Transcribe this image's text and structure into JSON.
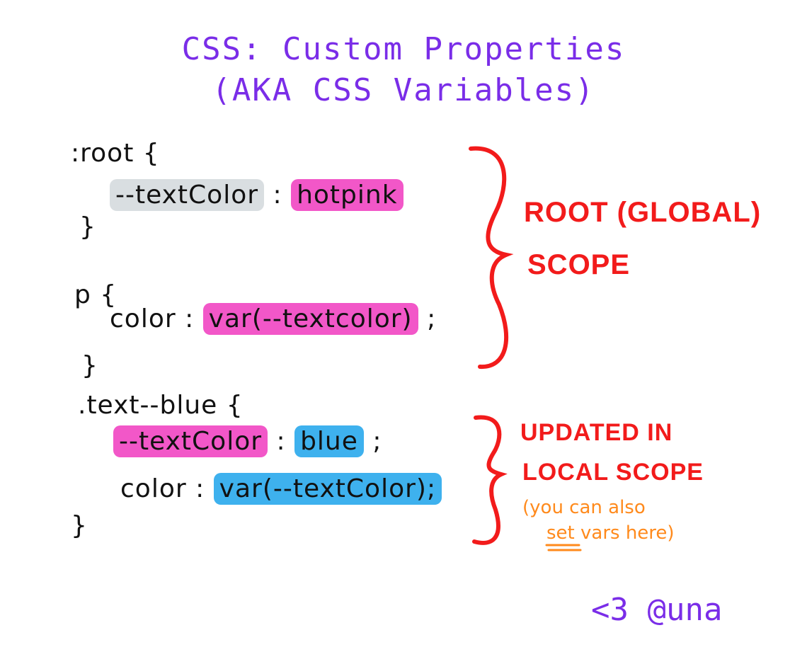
{
  "title": {
    "line1": "CSS: Custom Properties",
    "line2": "(AKA CSS Variables)"
  },
  "code": {
    "root_selector": ":root {",
    "root_prop": "--textColor",
    "colon1": ":",
    "root_value": "hotpink",
    "close1": "}",
    "p_selector": "p {",
    "p_prop": "color :",
    "p_value": "var(--textcolor)",
    "semi1": ";",
    "close2": "}",
    "blue_selector": ".text--blue {",
    "blue_prop": "--textColor",
    "colon2": ":",
    "blue_value": "blue",
    "semi2": ";",
    "blue_color_prop": "color :",
    "blue_color_value": "var(--textColor);",
    "close3": "}"
  },
  "annotations": {
    "root_line1": "ROOT (GLOBAL)",
    "root_line2": "SCOPE",
    "local_line1": "UPDATED IN",
    "local_line2": "LOCAL SCOPE",
    "note_line1": "(you can also",
    "note_line2": "set vars here)"
  },
  "signature": "<3 @una",
  "colors": {
    "title": "#7a2de8",
    "annotation": "#f21b1b",
    "note": "#ff8a1c",
    "pink": "#f257c8",
    "blue": "#3eb1ee",
    "gray": "#d9dee1"
  }
}
